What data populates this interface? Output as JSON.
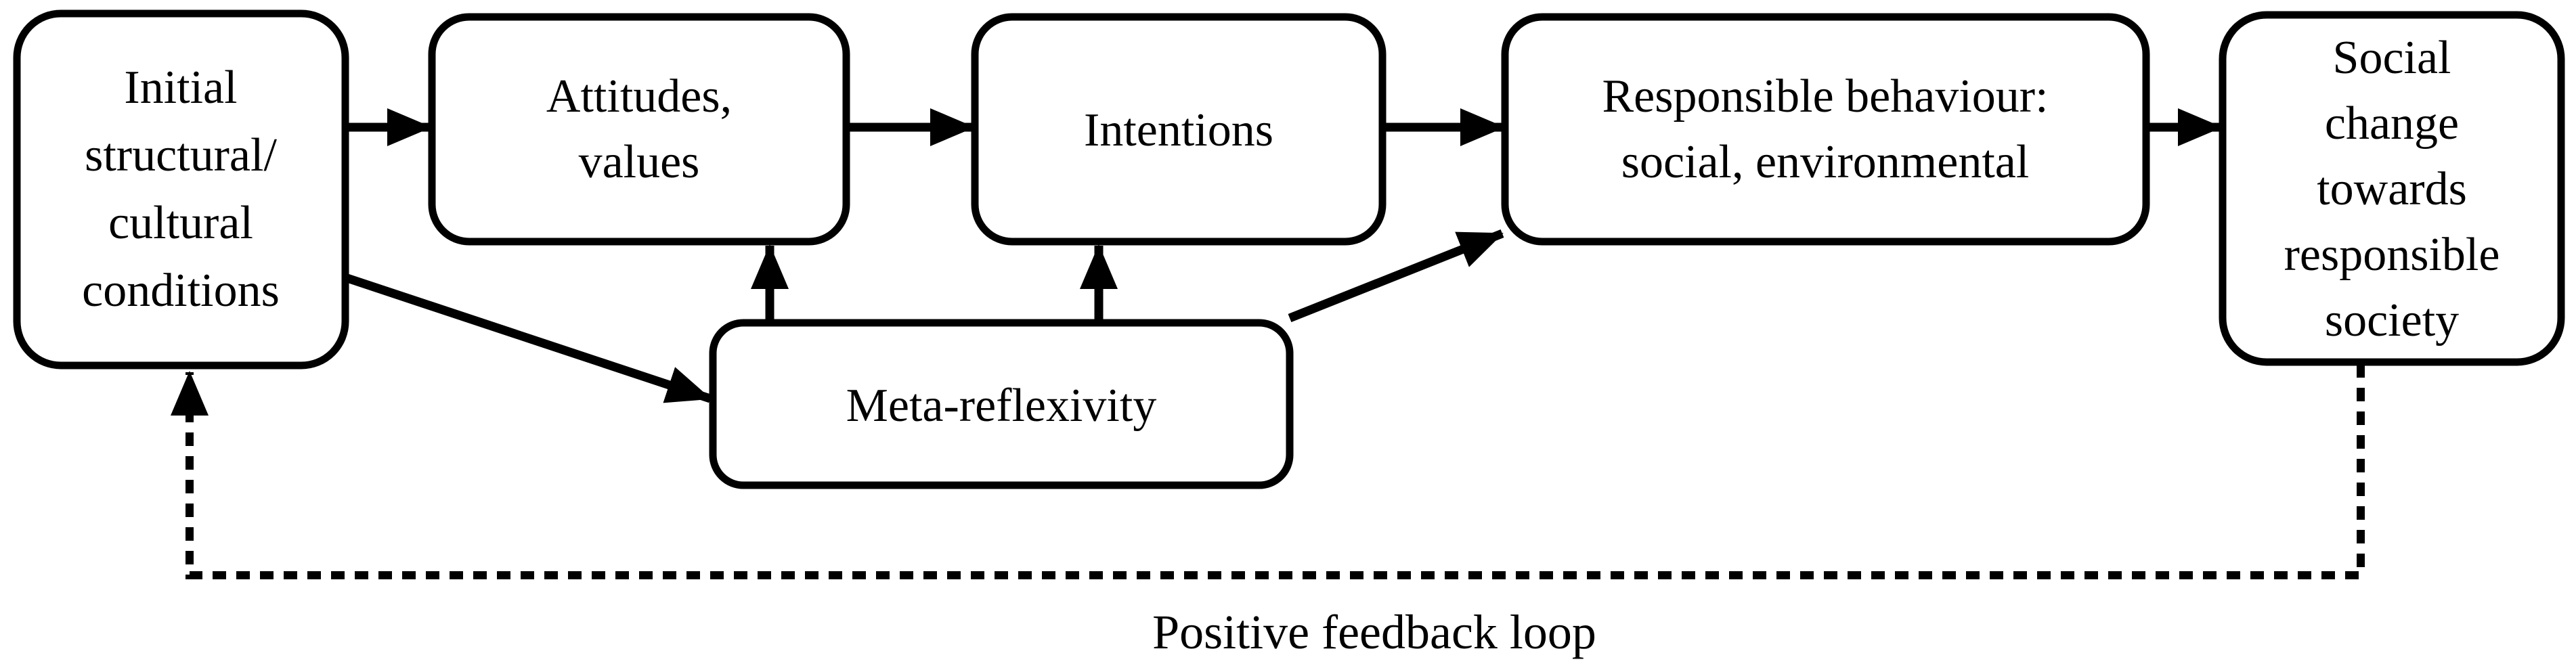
{
  "colors": {
    "background": "#ffffff",
    "line": "#000000",
    "text": "#000000"
  },
  "diagram": {
    "nodes": [
      {
        "id": "initial-conditions",
        "lines": [
          "Initial",
          "structural/",
          "cultural",
          "conditions"
        ]
      },
      {
        "id": "attitudes-values",
        "lines": [
          "Attitudes,",
          "values"
        ]
      },
      {
        "id": "intentions",
        "lines": [
          "Intentions"
        ]
      },
      {
        "id": "responsible-behaviour",
        "lines": [
          "Responsible behaviour:",
          "social, environmental"
        ]
      },
      {
        "id": "social-change",
        "lines": [
          "Social",
          "change",
          "towards",
          "responsible",
          "society"
        ]
      },
      {
        "id": "meta-reflexivity",
        "lines": [
          "Meta-reflexivity"
        ]
      }
    ],
    "edges": [
      {
        "from": "initial-conditions",
        "to": "attitudes-values",
        "line": "solid"
      },
      {
        "from": "attitudes-values",
        "to": "intentions",
        "line": "solid"
      },
      {
        "from": "intentions",
        "to": "responsible-behaviour",
        "line": "solid"
      },
      {
        "from": "responsible-behaviour",
        "to": "social-change",
        "line": "solid"
      },
      {
        "from": "initial-conditions",
        "to": "meta-reflexivity",
        "line": "solid"
      },
      {
        "from": "meta-reflexivity",
        "to": "attitudes-values",
        "line": "solid"
      },
      {
        "from": "meta-reflexivity",
        "to": "intentions",
        "line": "solid"
      },
      {
        "from": "meta-reflexivity",
        "to": "responsible-behaviour",
        "line": "solid"
      },
      {
        "from": "social-change",
        "to": "initial-conditions",
        "line": "dotted",
        "label": "Positive feedback loop"
      }
    ],
    "feedback_label": "Positive feedback loop"
  }
}
